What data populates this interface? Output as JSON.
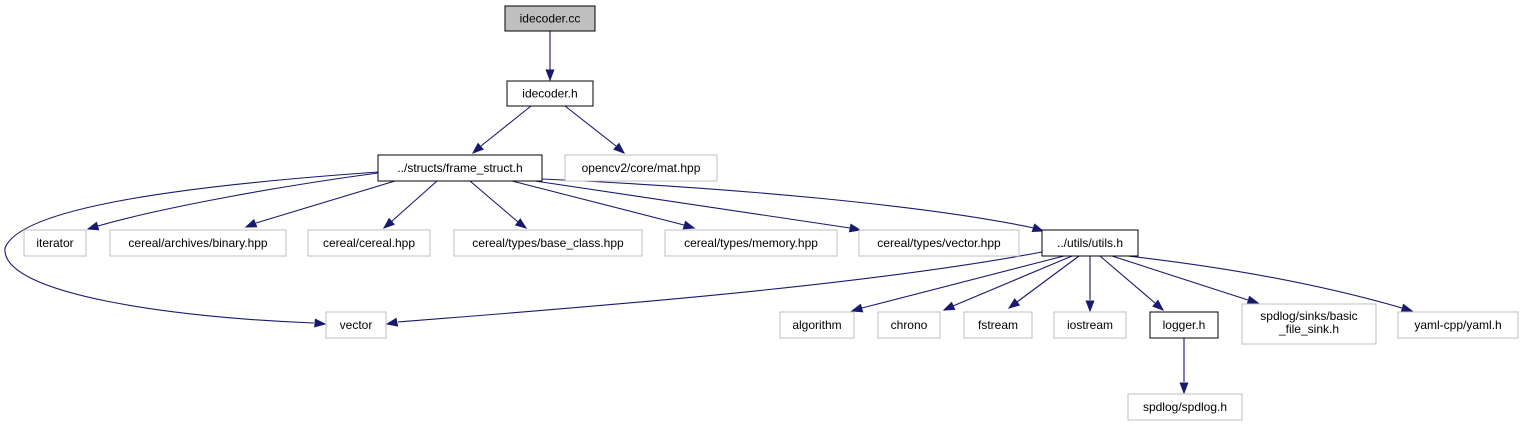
{
  "diagram": {
    "type": "include-dependency-graph",
    "colors": {
      "edge": "#191970",
      "root_fill": "#bfbfbf",
      "local_border": "#000000",
      "external_border": "#bfbfbf",
      "background": "#ffffff"
    },
    "nodes": {
      "idecoder_cc": {
        "label": "idecoder.cc",
        "kind": "root"
      },
      "idecoder_h": {
        "label": "idecoder.h",
        "kind": "local"
      },
      "frame_struct": {
        "label": "../structs/frame_struct.h",
        "kind": "local"
      },
      "mat": {
        "label": "opencv2/core/mat.hpp",
        "kind": "external"
      },
      "iterator": {
        "label": "iterator",
        "kind": "external"
      },
      "binary": {
        "label": "cereal/archives/binary.hpp",
        "kind": "external"
      },
      "cereal": {
        "label": "cereal/cereal.hpp",
        "kind": "external"
      },
      "base_class": {
        "label": "cereal/types/base_class.hpp",
        "kind": "external"
      },
      "memory": {
        "label": "cereal/types/memory.hpp",
        "kind": "external"
      },
      "vector_hpp": {
        "label": "cereal/types/vector.hpp",
        "kind": "external"
      },
      "utils": {
        "label": "../utils/utils.h",
        "kind": "local"
      },
      "vector": {
        "label": "vector",
        "kind": "external"
      },
      "algorithm": {
        "label": "algorithm",
        "kind": "external"
      },
      "chrono": {
        "label": "chrono",
        "kind": "external"
      },
      "fstream": {
        "label": "fstream",
        "kind": "external"
      },
      "iostream": {
        "label": "iostream",
        "kind": "external"
      },
      "logger": {
        "label": "logger.h",
        "kind": "local"
      },
      "basic_file_sink": {
        "label": "spdlog/sinks/basic_file_sink.h",
        "label_lines": [
          "spdlog/sinks/basic",
          "_file_sink.h"
        ],
        "kind": "external"
      },
      "yaml": {
        "label": "yaml-cpp/yaml.h",
        "kind": "external"
      },
      "spdlog": {
        "label": "spdlog/spdlog.h",
        "kind": "external"
      }
    },
    "edges": [
      {
        "from": "idecoder_cc",
        "to": "idecoder_h"
      },
      {
        "from": "idecoder_h",
        "to": "frame_struct"
      },
      {
        "from": "idecoder_h",
        "to": "mat"
      },
      {
        "from": "frame_struct",
        "to": "iterator"
      },
      {
        "from": "frame_struct",
        "to": "binary"
      },
      {
        "from": "frame_struct",
        "to": "cereal"
      },
      {
        "from": "frame_struct",
        "to": "base_class"
      },
      {
        "from": "frame_struct",
        "to": "memory"
      },
      {
        "from": "frame_struct",
        "to": "vector_hpp"
      },
      {
        "from": "frame_struct",
        "to": "utils"
      },
      {
        "from": "frame_struct",
        "to": "vector"
      },
      {
        "from": "utils",
        "to": "vector"
      },
      {
        "from": "utils",
        "to": "algorithm"
      },
      {
        "from": "utils",
        "to": "chrono"
      },
      {
        "from": "utils",
        "to": "fstream"
      },
      {
        "from": "utils",
        "to": "iostream"
      },
      {
        "from": "utils",
        "to": "logger"
      },
      {
        "from": "utils",
        "to": "basic_file_sink"
      },
      {
        "from": "utils",
        "to": "yaml"
      },
      {
        "from": "logger",
        "to": "spdlog"
      }
    ]
  }
}
